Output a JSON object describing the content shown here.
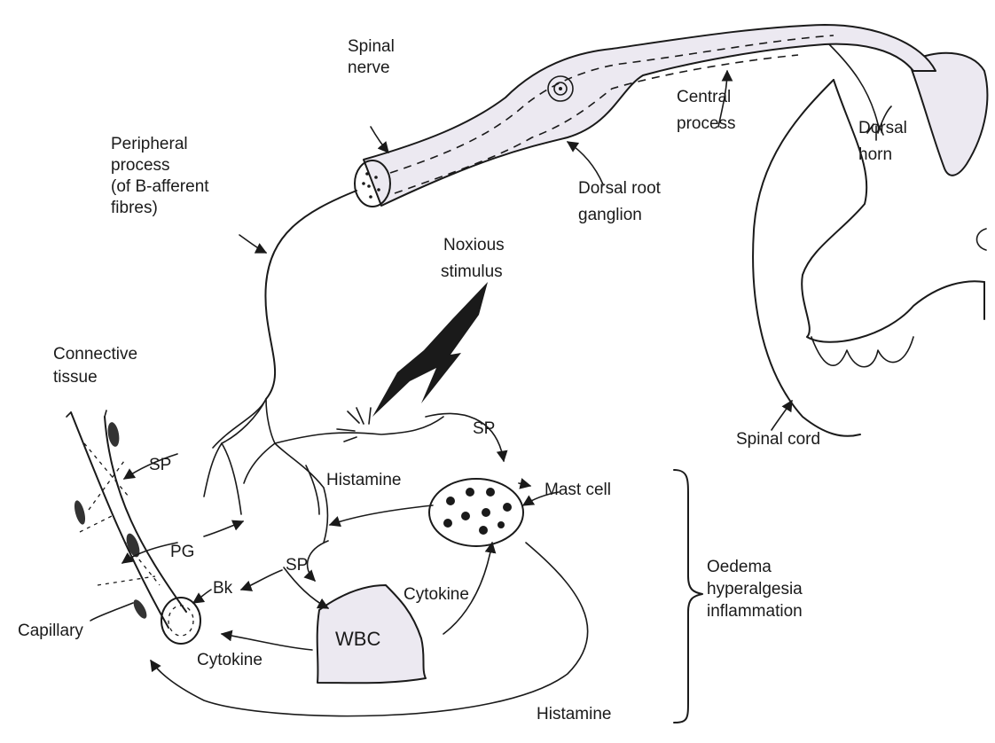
{
  "labels": {
    "spinal_nerve": [
      "Spinal",
      "nerve"
    ],
    "central_process": [
      "Central",
      "process"
    ],
    "dorsal_horn": [
      "Dorsal",
      "horn"
    ],
    "peripheral_process": [
      "Peripheral",
      "process",
      "(of B-afferent",
      "fibres)"
    ],
    "dorsal_root_ganglion": [
      "Dorsal root",
      "ganglion"
    ],
    "noxious_stimulus": [
      "Noxious",
      "stimulus"
    ],
    "connective_tissue": [
      "Connective",
      "tissue"
    ],
    "spinal_cord": "Spinal cord",
    "sp_top": "SP",
    "sp_left": "SP",
    "histamine_top": "Histamine",
    "mast_cell": "Mast cell",
    "pg": "PG",
    "sp_center": "SP",
    "bk": "Bk",
    "cytokine_right": "Cytokine",
    "wbc": "WBC",
    "cytokine_bottom": "Cytokine",
    "capillary": "Capillary",
    "histamine_bottom": "Histamine",
    "effects": [
      "Oedema",
      "hyperalgesia",
      "inflammation"
    ]
  }
}
